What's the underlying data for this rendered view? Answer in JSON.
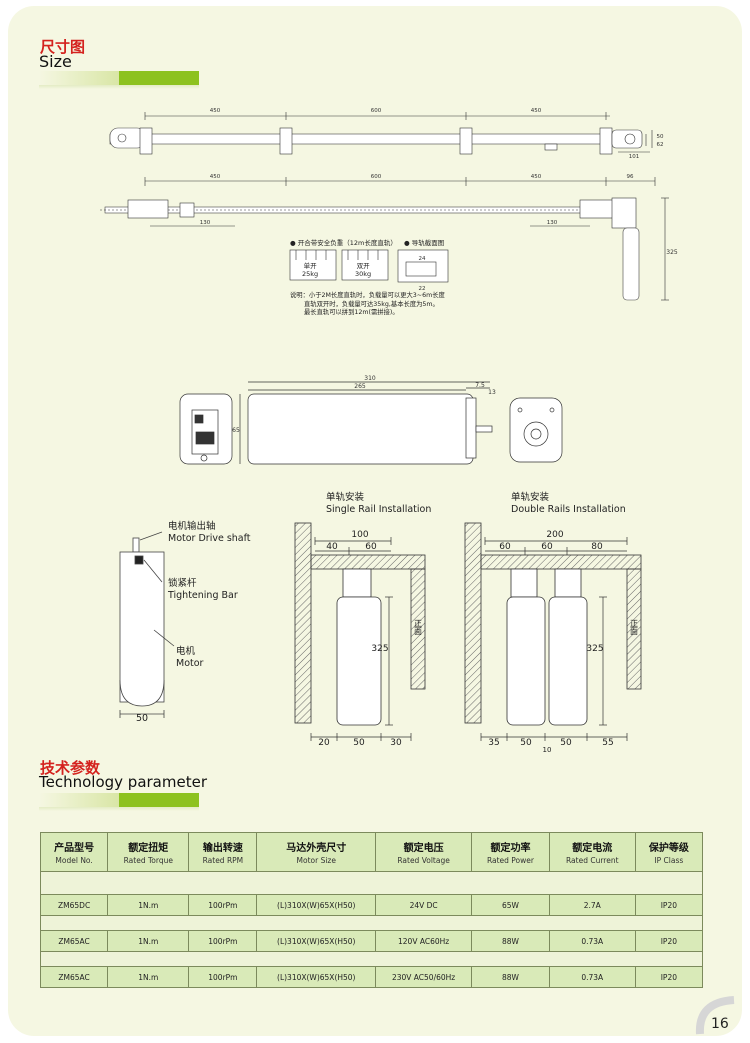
{
  "size_section": {
    "title_cn": "尺寸图",
    "title_en": "Size"
  },
  "rail_diagram": {
    "top_dims": [
      "450",
      "600",
      "450"
    ],
    "top_right_dims": [
      "50",
      "62",
      "101"
    ],
    "bottom_dims": [
      "450",
      "600",
      "450",
      "96"
    ],
    "small_dims": [
      "130",
      "130"
    ],
    "height_dim": "325",
    "notes_line": [
      "● 开合带安全负重（12m长度直轨）",
      "● 导轨截面图"
    ],
    "single_open": {
      "label": "单开",
      "load": "25kg"
    },
    "double_open": {
      "label": "双开",
      "load": "30kg"
    },
    "section_dims": [
      "24",
      "22"
    ],
    "explanation": [
      "说明：小于2M长度直轨时，负载量可以更大3~6m长度",
      "直轨双开时，负载量可达35kg,基本长度为5m。",
      "最长直轨可以拼到12m(需拼接)。"
    ]
  },
  "motor_dims": {
    "length_total": "310",
    "length_body": "265",
    "small": [
      "7.5",
      "13"
    ],
    "height": "65"
  },
  "installation": {
    "single": {
      "title_cn": "单轨安装",
      "title_en": "Single Rail Installation",
      "dims_top": [
        "100",
        "40",
        "60"
      ],
      "height": "325",
      "dims_bottom": [
        "20",
        "50",
        "30"
      ],
      "wall": "正面"
    },
    "double": {
      "title_cn": "单轨安装",
      "title_en": "Double Rails Installation",
      "dims_top": [
        "200",
        "60",
        "60",
        "80"
      ],
      "height": "325",
      "dims_bottom": [
        "35",
        "50",
        "50",
        "55"
      ],
      "sub_dim": "10",
      "wall": "正面"
    }
  },
  "motor_callouts": {
    "drive_shaft_cn": "电机输出轴",
    "drive_shaft_en": "Motor Drive shaft",
    "tightening_cn": "锁紧杆",
    "tightening_en": "Tightening Bar",
    "motor_cn": "电机",
    "motor_en": "Motor",
    "width": "50"
  },
  "tech_section": {
    "title_cn": "技术参数",
    "title_en": "Technology parameter"
  },
  "table": {
    "headers": [
      {
        "cn": "产品型号",
        "en": "Model No."
      },
      {
        "cn": "额定扭矩",
        "en": "Rated Torque"
      },
      {
        "cn": "输出转速",
        "en": "Rated RPM"
      },
      {
        "cn": "马达外壳尺寸",
        "en": "Motor Size"
      },
      {
        "cn": "额定电压",
        "en": "Rated Voltage"
      },
      {
        "cn": "额定功率",
        "en": "Rated Power"
      },
      {
        "cn": "额定电流",
        "en": "Rated Current"
      },
      {
        "cn": "保护等级",
        "en": "IP Class"
      }
    ],
    "rows": [
      [
        "ZM65DC",
        "1N.m",
        "100rPm",
        "(L)310X(W)65X(H50)",
        "24V DC",
        "65W",
        "2.7A",
        "IP20"
      ],
      [
        "ZM65AC",
        "1N.m",
        "100rPm",
        "(L)310X(W)65X(H50)",
        "120V AC60Hz",
        "88W",
        "0.73A",
        "IP20"
      ],
      [
        "ZM65AC",
        "1N.m",
        "100rPm",
        "(L)310X(W)65X(H50)",
        "230V AC50/60Hz",
        "88W",
        "0.73A",
        "IP20"
      ]
    ]
  },
  "page_number": "16"
}
